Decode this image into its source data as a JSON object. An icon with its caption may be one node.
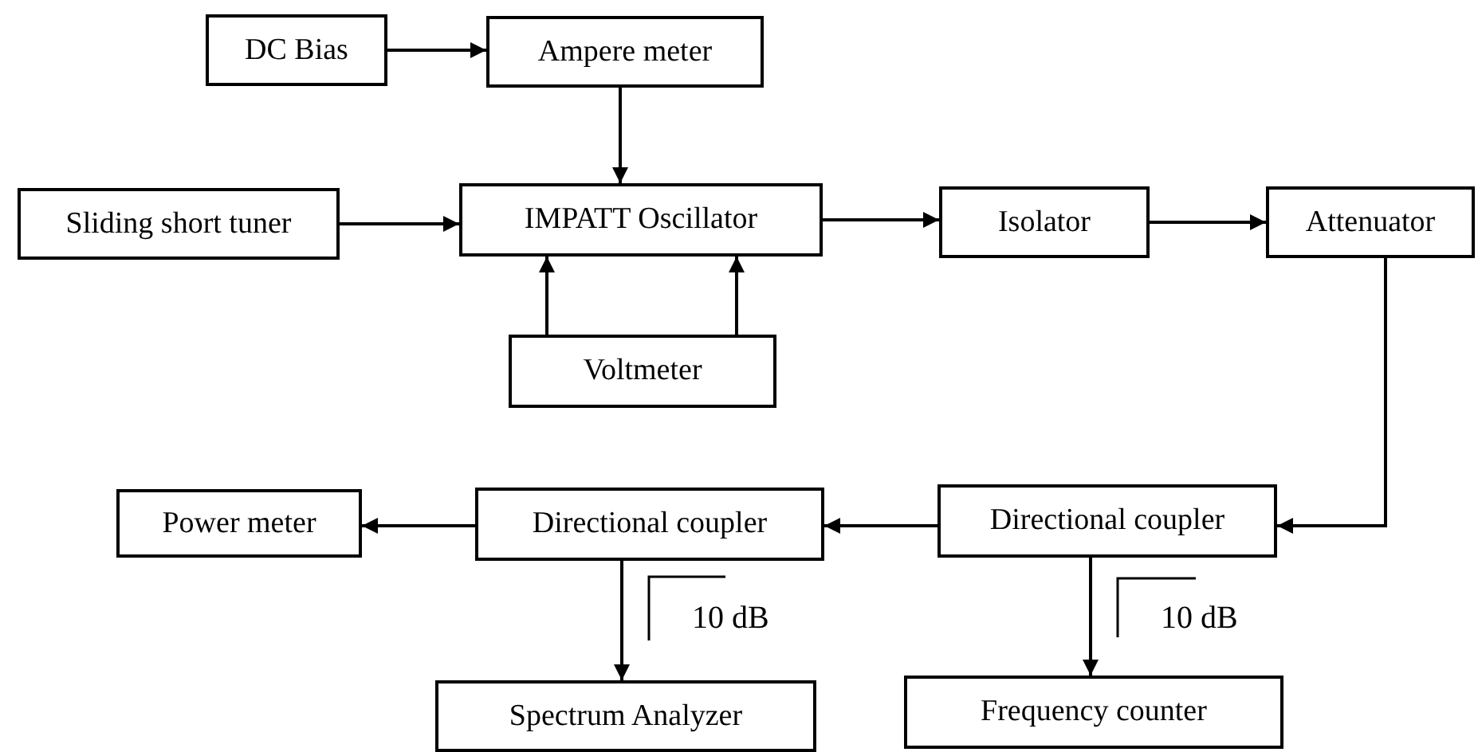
{
  "diagram": {
    "nodes": [
      {
        "text": [
          "DC Bias"
        ]
      },
      {
        "text": [
          "Ampere meter"
        ]
      },
      {
        "text": [
          "Sliding short tuner"
        ]
      },
      {
        "text": [
          "IMPATT Oscillator"
        ]
      },
      {
        "text": [
          "Isolator"
        ]
      },
      {
        "text": [
          "Attenuator"
        ]
      },
      {
        "text": [
          "Voltmeter"
        ]
      },
      {
        "text": [
          "Power meter"
        ]
      },
      {
        "text": [
          "Directional coupler"
        ]
      },
      {
        "text": [
          "Directional coupler"
        ]
      },
      {
        "text": [
          "Spectrum Analyzer"
        ]
      },
      {
        "text": [
          "Frequency counter"
        ]
      }
    ],
    "edges": [
      {
        "from": 0,
        "to": 1,
        "arrow": "to"
      },
      {
        "from": 1,
        "to": 3,
        "arrow": "to"
      },
      {
        "from": 2,
        "to": 3,
        "arrow": "to"
      },
      {
        "from": 6,
        "to": 3,
        "arrow": "to"
      },
      {
        "from": 6,
        "to": 3,
        "arrow": "to"
      },
      {
        "from": 3,
        "to": 4,
        "arrow": "to"
      },
      {
        "from": 4,
        "to": 5,
        "arrow": "to"
      },
      {
        "from": 5,
        "to": 9,
        "arrow": "to"
      },
      {
        "from": 9,
        "to": 8,
        "arrow": "to"
      },
      {
        "from": 8,
        "to": 7,
        "arrow": "to"
      },
      {
        "from": 8,
        "to": 10,
        "arrow": "to"
      },
      {
        "from": 9,
        "to": 11,
        "arrow": "to"
      }
    ],
    "labels": [
      "10 dB",
      "10 dB"
    ]
  }
}
